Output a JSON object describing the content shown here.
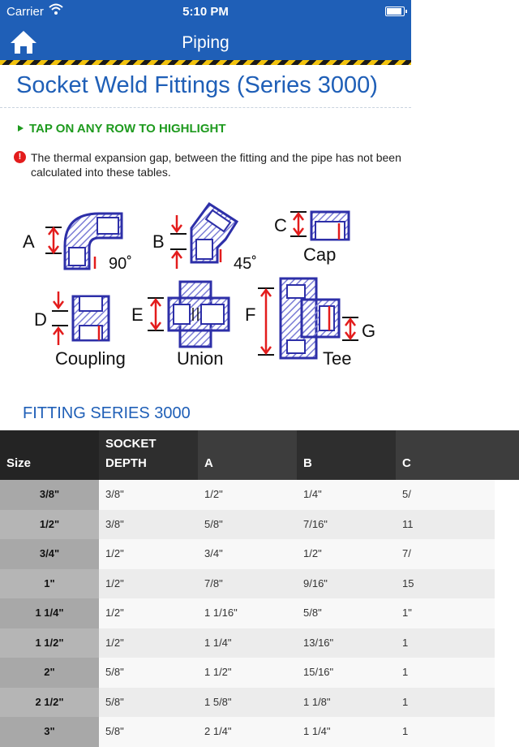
{
  "status_bar": {
    "carrier": "Carrier",
    "time": "5:10 PM"
  },
  "nav": {
    "title": "Piping"
  },
  "page": {
    "title": "Socket Weld Fittings (Series 3000)",
    "tap_hint": "TAP ON ANY ROW TO HIGHLIGHT",
    "note": "The thermal expansion gap, between the fitting and the pipe has not been calculated into these tables."
  },
  "diagram": {
    "labels": {
      "a": "A",
      "b": "B",
      "c": "C",
      "d": "D",
      "e": "E",
      "f": "F",
      "g": "G",
      "elbow90": "90˚",
      "elbow45": "45˚",
      "cap": "Cap",
      "coupling": "Coupling",
      "union": "Union",
      "tee": "Tee"
    },
    "colors": {
      "outline": "#2d2fa8",
      "hatch": "#7b7dd6",
      "dimension": "#e31c1c"
    }
  },
  "section": {
    "title": "FITTING SERIES 3000"
  },
  "table": {
    "headers": {
      "size": "Size",
      "depth_1": "SOCKET",
      "depth_2": "DEPTH",
      "a": "A",
      "b": "B",
      "c": "C"
    },
    "rows": [
      {
        "size": "3/8\"",
        "depth": "3/8\"",
        "a": "1/2\"",
        "b": "1/4\"",
        "c": "5/"
      },
      {
        "size": "1/2\"",
        "depth": "3/8\"",
        "a": "5/8\"",
        "b": "7/16\"",
        "c": "11"
      },
      {
        "size": "3/4\"",
        "depth": "1/2\"",
        "a": "3/4\"",
        "b": "1/2\"",
        "c": "7/"
      },
      {
        "size": "1\"",
        "depth": "1/2\"",
        "a": "7/8\"",
        "b": "9/16\"",
        "c": "15"
      },
      {
        "size": "1 1/4\"",
        "depth": "1/2\"",
        "a": "1 1/16\"",
        "b": "5/8\"",
        "c": "1\""
      },
      {
        "size": "1 1/2\"",
        "depth": "1/2\"",
        "a": "1 1/4\"",
        "b": "13/16\"",
        "c": "1"
      },
      {
        "size": "2\"",
        "depth": "5/8\"",
        "a": "1 1/2\"",
        "b": "15/16\"",
        "c": "1"
      },
      {
        "size": "2 1/2\"",
        "depth": "5/8\"",
        "a": "1 5/8\"",
        "b": "1 1/8\"",
        "c": "1"
      },
      {
        "size": "3\"",
        "depth": "5/8\"",
        "a": "2 1/4\"",
        "b": "1 1/4\"",
        "c": "1"
      }
    ]
  },
  "colors": {
    "brand_blue": "#1f5fb7",
    "hint_green": "#1e9a1e",
    "alert_red": "#e31c1c"
  }
}
